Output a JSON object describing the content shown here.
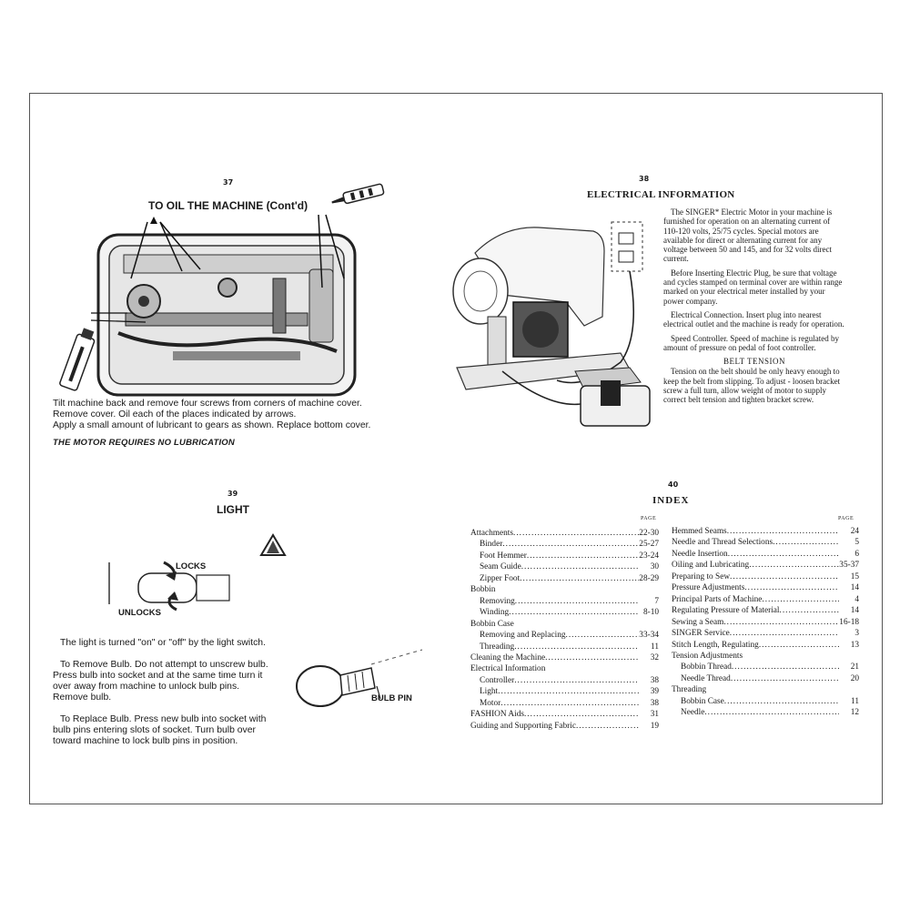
{
  "page37": {
    "page_number": "37",
    "title": "TO OIL THE MACHINE (Cont'd)",
    "instructions": [
      "Tilt machine back and remove four screws from corners of machine cover.",
      "Remove cover. Oil each of the places indicated by arrows.",
      "Apply a small amount of lubricant to gears as shown. Replace bottom cover."
    ],
    "note": "THE MOTOR REQUIRES NO LUBRICATION"
  },
  "page38": {
    "page_number": "38",
    "title": "ELECTRICAL INFORMATION",
    "paragraphs": [
      "The SINGER* Electric Motor in your machine is furnished for operation on an alternating current of 110-120 volts, 25/75 cycles. Special motors are available for direct or alternating current for any voltage between 50 and 145, and for 32 volts direct current.",
      "Before Inserting Electric Plug, be sure that voltage and cycles stamped on terminal cover are within range marked on your electrical meter installed by your power company.",
      "Electrical Connection. Insert plug into nearest electrical outlet and the machine is ready for operation.",
      "Speed Controller. Speed of machine is regulated by amount of pressure on pedal of foot controller."
    ],
    "subtitle": "BELT TENSION",
    "belt_tension_text": "Tension on the belt should be only heavy enough to keep the belt from slipping. To adjust - loosen bracket screw a full turn, allow weight of motor to supply correct belt tension and tighten bracket screw."
  },
  "page39": {
    "page_number": "39",
    "title": "LIGHT",
    "labels": {
      "locks": "LOCKS",
      "unlocks": "UNLOCKS",
      "bulb_pin": "BULB PIN"
    },
    "paragraphs": [
      "The light is turned \"on\" or \"off\" by the light switch.",
      "To Remove Bulb. Do not attempt to unscrew bulb. Press bulb into socket and at the same time turn it over away from machine to unlock bulb pins. Remove bulb.",
      "To Replace Bulb. Press new bulb into socket with bulb pins entering slots of socket. Turn bulb over toward machine to lock bulb pins in position."
    ]
  },
  "page40": {
    "page_number": "40",
    "title": "INDEX",
    "page_header": "PAGE",
    "left_entries": [
      {
        "text": "Attachments",
        "page": "22-30",
        "indent": 0
      },
      {
        "text": "Binder",
        "page": "25-27",
        "indent": 1
      },
      {
        "text": "Foot Hemmer",
        "page": "23-24",
        "indent": 1
      },
      {
        "text": "Seam Guide",
        "page": "30",
        "indent": 1
      },
      {
        "text": "Zipper Foot",
        "page": "28-29",
        "indent": 1
      },
      {
        "text": "Bobbin",
        "page": "",
        "indent": 0
      },
      {
        "text": "Removing",
        "page": "7",
        "indent": 1
      },
      {
        "text": "Winding",
        "page": "8-10",
        "indent": 1
      },
      {
        "text": "Bobbin Case",
        "page": "",
        "indent": 0
      },
      {
        "text": "Removing and Replacing",
        "page": "33-34",
        "indent": 1
      },
      {
        "text": "Threading",
        "page": "11",
        "indent": 1
      },
      {
        "text": "Cleaning the Machine",
        "page": "32",
        "indent": 0
      },
      {
        "text": "Electrical Information",
        "page": "",
        "indent": 0
      },
      {
        "text": "Controller",
        "page": "38",
        "indent": 1
      },
      {
        "text": "Light",
        "page": "39",
        "indent": 1
      },
      {
        "text": "Motor",
        "page": "38",
        "indent": 1
      },
      {
        "text": "FASHION Aids",
        "page": "31",
        "indent": 0
      },
      {
        "text": "Guiding and Supporting Fabric",
        "page": "19",
        "indent": 0
      }
    ],
    "right_entries": [
      {
        "text": "Hemmed Seams",
        "page": "24",
        "indent": 0
      },
      {
        "text": "Needle and Thread Selections",
        "page": "5",
        "indent": 0
      },
      {
        "text": "Needle Insertion",
        "page": "6",
        "indent": 0
      },
      {
        "text": "Oiling and Lubricating",
        "page": "35-37",
        "indent": 0
      },
      {
        "text": "Preparing to Sew",
        "page": "15",
        "indent": 0
      },
      {
        "text": "Pressure Adjustments",
        "page": "14",
        "indent": 0
      },
      {
        "text": "Principal Parts of Machine",
        "page": "4",
        "indent": 0
      },
      {
        "text": "Regulating Pressure of Material",
        "page": "14",
        "indent": 0
      },
      {
        "text": "Sewing a Seam",
        "page": "16-18",
        "indent": 0
      },
      {
        "text": "SINGER Service",
        "page": "3",
        "indent": 0
      },
      {
        "text": "Stitch Length, Regulating",
        "page": "13",
        "indent": 0
      },
      {
        "text": "Tension Adjustments",
        "page": "",
        "indent": 0
      },
      {
        "text": "Bobbin Thread",
        "page": "21",
        "indent": 1
      },
      {
        "text": "Needle Thread",
        "page": "20",
        "indent": 1
      },
      {
        "text": "Threading",
        "page": "",
        "indent": 0
      },
      {
        "text": "Bobbin Case",
        "page": "11",
        "indent": 1
      },
      {
        "text": "Needle",
        "page": "12",
        "indent": 1
      }
    ]
  }
}
